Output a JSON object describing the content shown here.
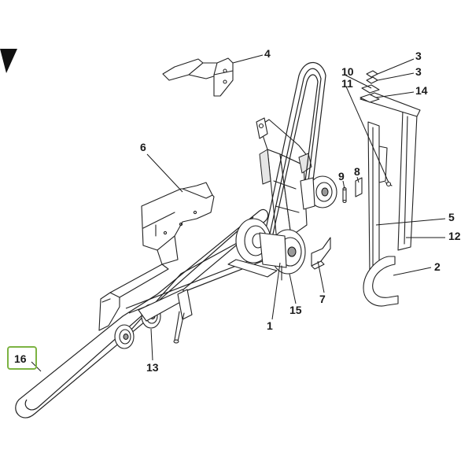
{
  "diagram": {
    "callouts": [
      {
        "id": "4",
        "label": "4"
      },
      {
        "id": "3a",
        "label": "3"
      },
      {
        "id": "3b",
        "label": "3"
      },
      {
        "id": "10",
        "label": "10"
      },
      {
        "id": "11",
        "label": "11"
      },
      {
        "id": "14",
        "label": "14"
      },
      {
        "id": "6",
        "label": "6"
      },
      {
        "id": "9",
        "label": "9"
      },
      {
        "id": "8",
        "label": "8"
      },
      {
        "id": "5",
        "label": "5"
      },
      {
        "id": "12",
        "label": "12"
      },
      {
        "id": "2",
        "label": "2"
      },
      {
        "id": "7",
        "label": "7"
      },
      {
        "id": "15",
        "label": "15"
      },
      {
        "id": "1",
        "label": "1"
      },
      {
        "id": "13",
        "label": "13"
      },
      {
        "id": "16",
        "label": "16"
      }
    ],
    "highlighted_callout": "16",
    "colors": {
      "line": "#222222",
      "highlight": "#7cb342",
      "background": "#ffffff"
    },
    "icons": {
      "corner_marker": "black-triangle-icon"
    }
  }
}
